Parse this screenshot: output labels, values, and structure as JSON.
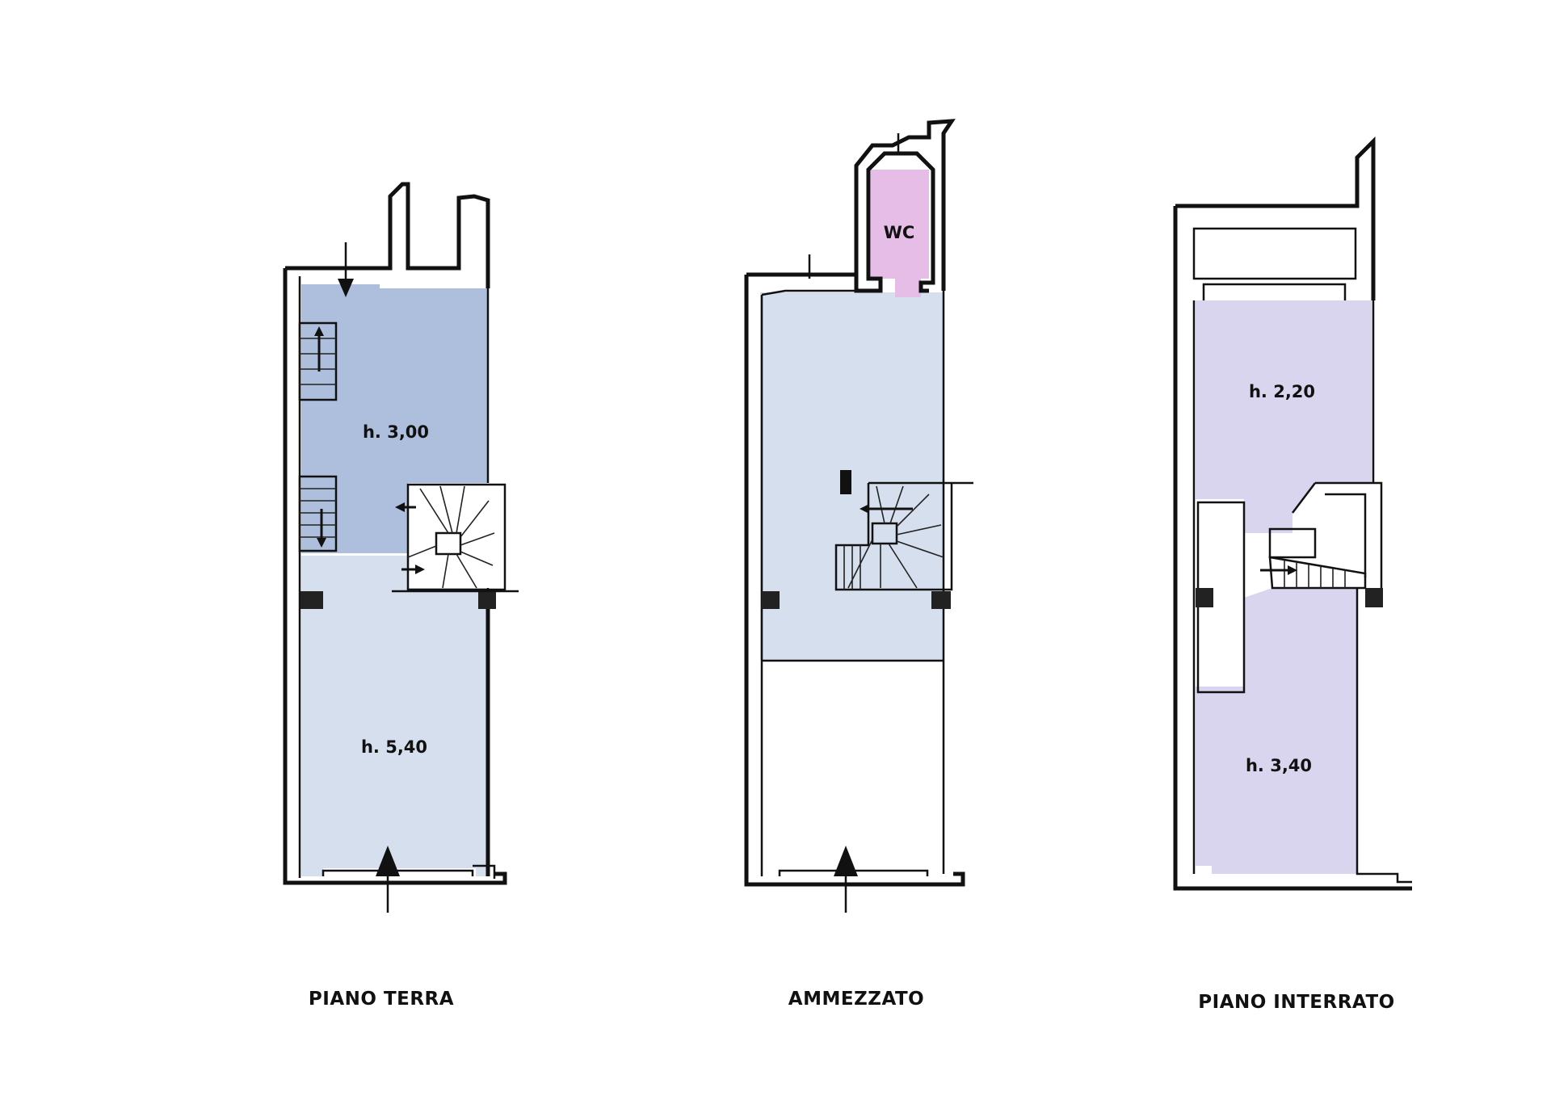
{
  "colors": {
    "ground_upper": "#aebfdd",
    "ground_lower": "#d5dfee",
    "mezzanine_room": "#d5dfee",
    "wc": "#e6bde6",
    "basement": "#d9d5ee",
    "wall": "#111111"
  },
  "floors": [
    {
      "title": "PIANO TERRA",
      "rooms": [
        {
          "label": "h. 3,00"
        },
        {
          "label": "h. 5,40"
        }
      ]
    },
    {
      "title": "AMMEZZATO",
      "rooms": [
        {
          "label": "WC"
        }
      ]
    },
    {
      "title": "PIANO INTERRATO",
      "rooms": [
        {
          "label": "h. 2,20"
        },
        {
          "label": "h. 3,40"
        }
      ]
    }
  ],
  "icons": [
    "entrance-arrow-icon",
    "stair-direction-arrow-icon",
    "spiral-staircase-icon",
    "straight-staircase-icon"
  ]
}
